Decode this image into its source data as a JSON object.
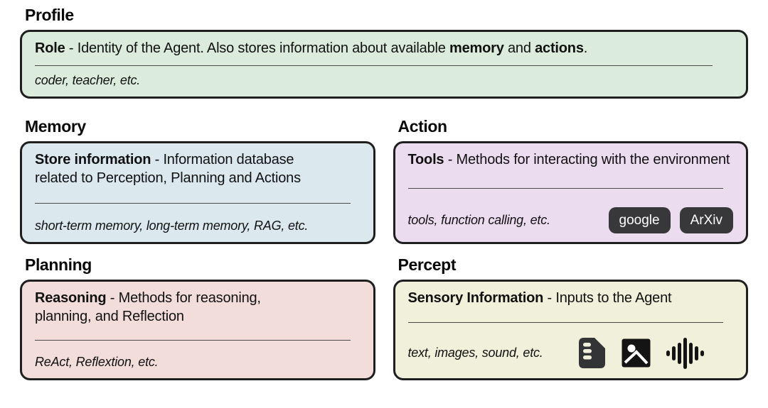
{
  "page": {
    "background": "#ffffff",
    "card_border_color": "#1f1f1f"
  },
  "sections": {
    "profile": {
      "title": "Profile",
      "color": "#dbecdc",
      "desc_segments": [
        {
          "t": "Role",
          "b": true
        },
        {
          "t": " - Identity of the Agent. Also stores information about available ",
          "b": false
        },
        {
          "t": "memory",
          "b": true
        },
        {
          "t": " and ",
          "b": false
        },
        {
          "t": "actions",
          "b": true
        },
        {
          "t": ".",
          "b": false
        }
      ],
      "examples": "coder, teacher, etc."
    },
    "memory": {
      "title": "Memory",
      "color": "#dbe9ee",
      "desc_segments": [
        {
          "t": "Store information",
          "b": true
        },
        {
          "t": " - Information database related to Perception, Planning and Actions",
          "b": false
        }
      ],
      "examples": "short-term memory, long-term memory, RAG, etc."
    },
    "action": {
      "title": "Action",
      "color": "#ecdcf0",
      "desc_segments": [
        {
          "t": "Tools",
          "b": true
        },
        {
          "t": " - Methods for interacting with the environment",
          "b": false
        }
      ],
      "examples": "tools, function calling, etc.",
      "buttons": [
        "google",
        "ArXiv"
      ],
      "button_color": "#38383a"
    },
    "planning": {
      "title": "Planning",
      "color": "#f2dddb",
      "desc_segments": [
        {
          "t": "Reasoning",
          "b": true
        },
        {
          "t": " - Methods for reasoning, planning, and Reflection",
          "b": false
        }
      ],
      "examples": "ReAct, Reflextion, etc."
    },
    "percept": {
      "title": "Percept",
      "color": "#f0f0db",
      "desc_segments": [
        {
          "t": "Sensory Information",
          "b": true
        },
        {
          "t": " - Inputs to the Agent",
          "b": false
        }
      ],
      "examples": "text, images, sound, etc.",
      "icons": [
        "document-icon",
        "image-icon",
        "waveform-icon"
      ],
      "icon_color": "#1a1a1a"
    }
  }
}
